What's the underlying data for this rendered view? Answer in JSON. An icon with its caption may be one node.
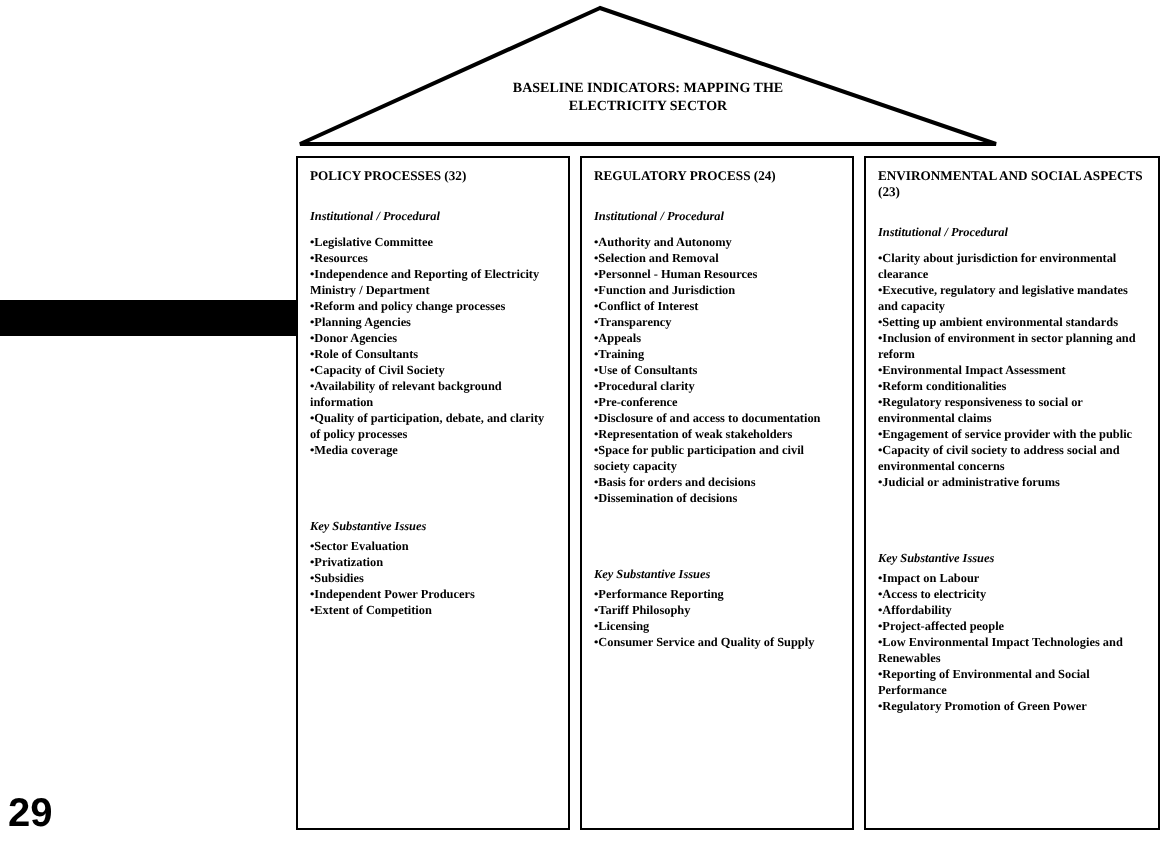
{
  "diagram": {
    "nodes": [
      {
        "text": [
          "BASELINE INDICATORS: MAPPING THE ELECTRICITY SECTOR"
        ]
      },
      {
        "text": [
          "POLICY PROCESSES (32)",
          "Institutional / Procedural",
          "•Legislative Committee",
          "•Resources",
          "•Independence and Reporting of Electricity Ministry / Department",
          "•Reform and policy change processes",
          "•Planning Agencies",
          "•Donor Agencies",
          "•Role of Consultants",
          "•Capacity of Civil Society",
          "•Availability of relevant background information",
          "•Quality of participation, debate, and clarity of policy processes",
          "•Media coverage",
          "Key Substantive Issues",
          "•Sector Evaluation",
          "•Privatization",
          "•Subsidies",
          "•Independent Power Producers",
          "•Extent of Competition"
        ]
      },
      {
        "text": [
          "REGULATORY PROCESS (24)",
          "Institutional / Procedural",
          "•Authority and Autonomy",
          "•Selection and Removal",
          "•Personnel - Human Resources",
          "•Function and Jurisdiction",
          "•Conflict of Interest",
          "•Transparency",
          "•Appeals",
          "•Training",
          "•Use of Consultants",
          "•Procedural clarity",
          "•Pre-conference",
          "•Disclosure of and access to documentation",
          "•Representation of weak stakeholders",
          "•Space for public participation and civil society capacity",
          "•Basis for orders and decisions",
          "•Dissemination of decisions",
          "Key Substantive Issues",
          "•Performance Reporting",
          "•Tariff Philosophy",
          "•Licensing",
          "•Consumer Service and Quality of Supply"
        ]
      },
      {
        "text": [
          "ENVIRONMENTAL AND SOCIAL ASPECTS (23)",
          "Institutional / Procedural",
          "•Clarity about jurisdiction for environmental clearance",
          "•Executive, regulatory and legislative mandates and capacity",
          "•Setting up ambient environmental standards",
          "•Inclusion of environment in sector planning and reform",
          "•Environmental Impact Assessment",
          "•Reform conditionalities",
          "•Regulatory responsiveness to social or environmental claims",
          "•Engagement of service provider with the public",
          "•Capacity of civil society to address social and environmental concerns",
          "•Judicial or administrative forums",
          "Key Substantive Issues",
          "•Impact on Labour",
          "•Access to electricity",
          "•Affordability",
          "•Project-affected people",
          "•Low Environmental Impact Technologies and Renewables",
          "•Reporting of Environmental and Social Performance",
          "•Regulatory Promotion of Green Power"
        ]
      }
    ],
    "labels": [
      "29"
    ]
  }
}
